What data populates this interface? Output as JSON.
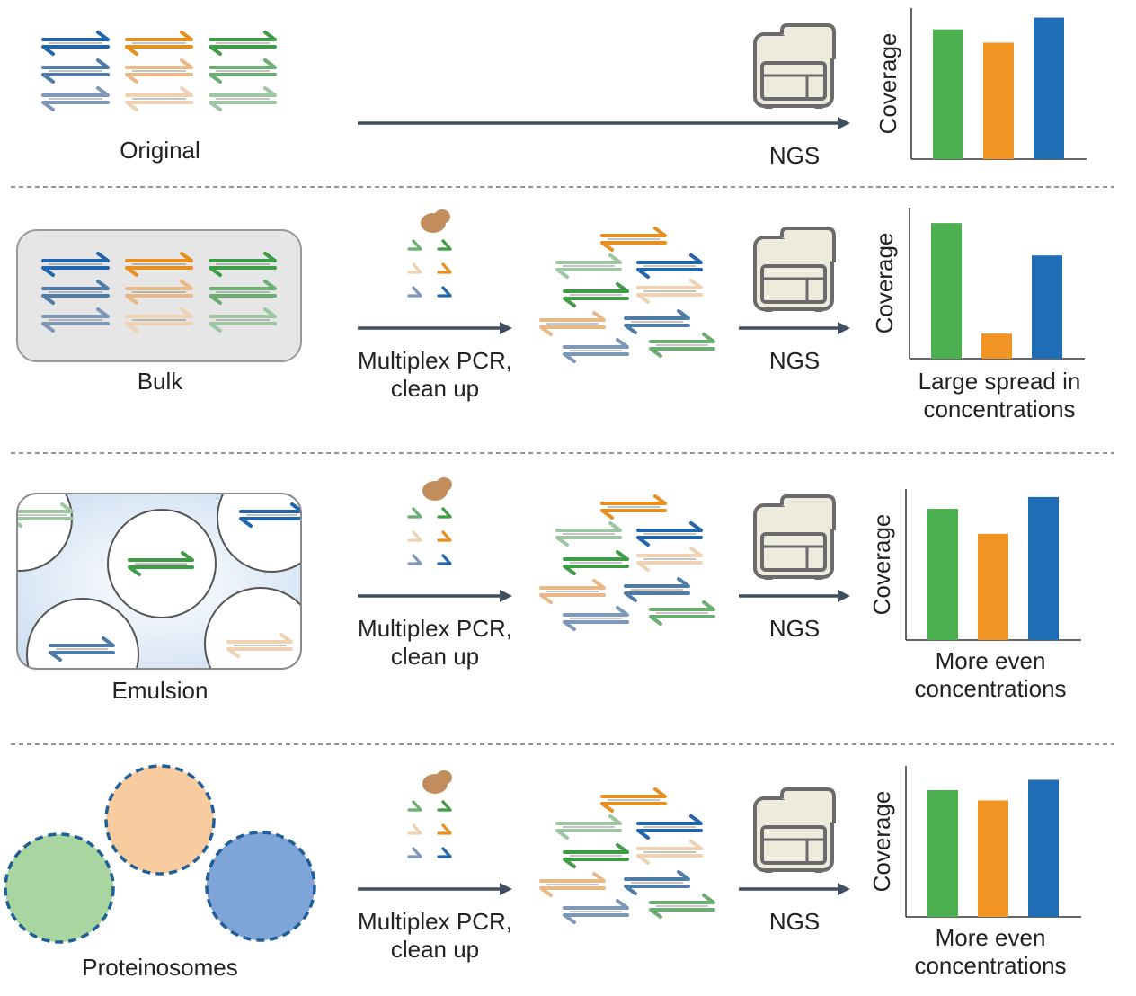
{
  "rows": [
    {
      "id": "original",
      "sample_label": "Original",
      "step_label": [],
      "seq_label": "NGS",
      "chart": {
        "ylabel": "Coverage",
        "caption": []
      }
    },
    {
      "id": "bulk",
      "sample_label": "Bulk",
      "step_label": [
        "Multiplex PCR,",
        "clean up"
      ],
      "seq_label": "NGS",
      "chart": {
        "ylabel": "Coverage",
        "caption": [
          "Large spread in",
          "concentrations"
        ]
      }
    },
    {
      "id": "emulsion",
      "sample_label": "Emulsion",
      "step_label": [
        "Multiplex PCR,",
        "clean up"
      ],
      "seq_label": "NGS",
      "chart": {
        "ylabel": "Coverage",
        "caption": [
          "More even",
          "concentrations"
        ]
      }
    },
    {
      "id": "proteinosomes",
      "sample_label": "Proteinosomes",
      "step_label": [
        "Multiplex PCR,",
        "clean up"
      ],
      "seq_label": "NGS",
      "chart": {
        "ylabel": "Coverage",
        "caption": [
          "More even",
          "concentrations"
        ]
      }
    }
  ],
  "chart_data": [
    {
      "type": "bar",
      "ylabel": "Coverage",
      "categories": [
        "",
        "",
        ""
      ],
      "values": [
        0.88,
        0.79,
        0.96
      ],
      "colors": [
        "#4CAF50",
        "#F29423",
        "#1F6DB5"
      ],
      "ylim": [
        0,
        1
      ]
    },
    {
      "type": "bar",
      "ylabel": "Coverage",
      "categories": [
        "",
        "",
        ""
      ],
      "values": [
        0.92,
        0.17,
        0.7
      ],
      "colors": [
        "#4CAF50",
        "#F29423",
        "#1F6DB5"
      ],
      "ylim": [
        0,
        1
      ]
    },
    {
      "type": "bar",
      "ylabel": "Coverage",
      "categories": [
        "",
        "",
        ""
      ],
      "values": [
        0.89,
        0.72,
        0.97
      ],
      "colors": [
        "#4CAF50",
        "#F29423",
        "#1F6DB5"
      ],
      "ylim": [
        0,
        1
      ]
    },
    {
      "type": "bar",
      "ylabel": "Coverage",
      "categories": [
        "",
        "",
        ""
      ],
      "values": [
        0.86,
        0.79,
        0.93
      ],
      "colors": [
        "#4CAF50",
        "#F29423",
        "#1F6DB5"
      ],
      "ylim": [
        0,
        1
      ]
    }
  ],
  "colors": {
    "blue": "#2166AC",
    "blue_mid": "#4F7BA8",
    "blue_light": "#7F98B8",
    "orange": "#E8901F",
    "orange_mid": "#E9B887",
    "orange_light": "#EFD2B3",
    "green": "#3E9B46",
    "green_mid": "#6BAE72",
    "green_light": "#9FC6A3",
    "arrow": "#3F4F5F",
    "dashed_divider": "#555555",
    "primer_blob": "#C28D5C",
    "proteinosome_green": "#A8D5A0",
    "proteinosome_orange": "#F8CC9E",
    "proteinosome_blue": "#7FA4D8",
    "proteinosome_border": "#1F5E96"
  },
  "icons": {
    "sequencer": "sequencer-icon",
    "primer_blob": "polymerase-blob-icon"
  }
}
